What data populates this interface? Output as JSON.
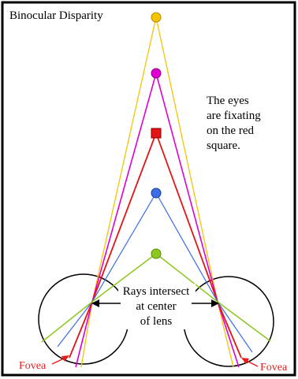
{
  "title": "Binocular Disparity",
  "note": [
    "The eyes",
    "are fixating",
    "on the red",
    "square."
  ],
  "callout": [
    "Rays intersect",
    "at center",
    "of lens"
  ],
  "fovea_left": "Fovea",
  "fovea_right": "Fovea",
  "colors": {
    "border": "#000000",
    "yellow": "#f5c400",
    "magenta": "#e000d4",
    "red": "#e41414",
    "blue": "#3c6ee6",
    "green": "#8cc81e",
    "fovea_label": "#e81c1c"
  }
}
